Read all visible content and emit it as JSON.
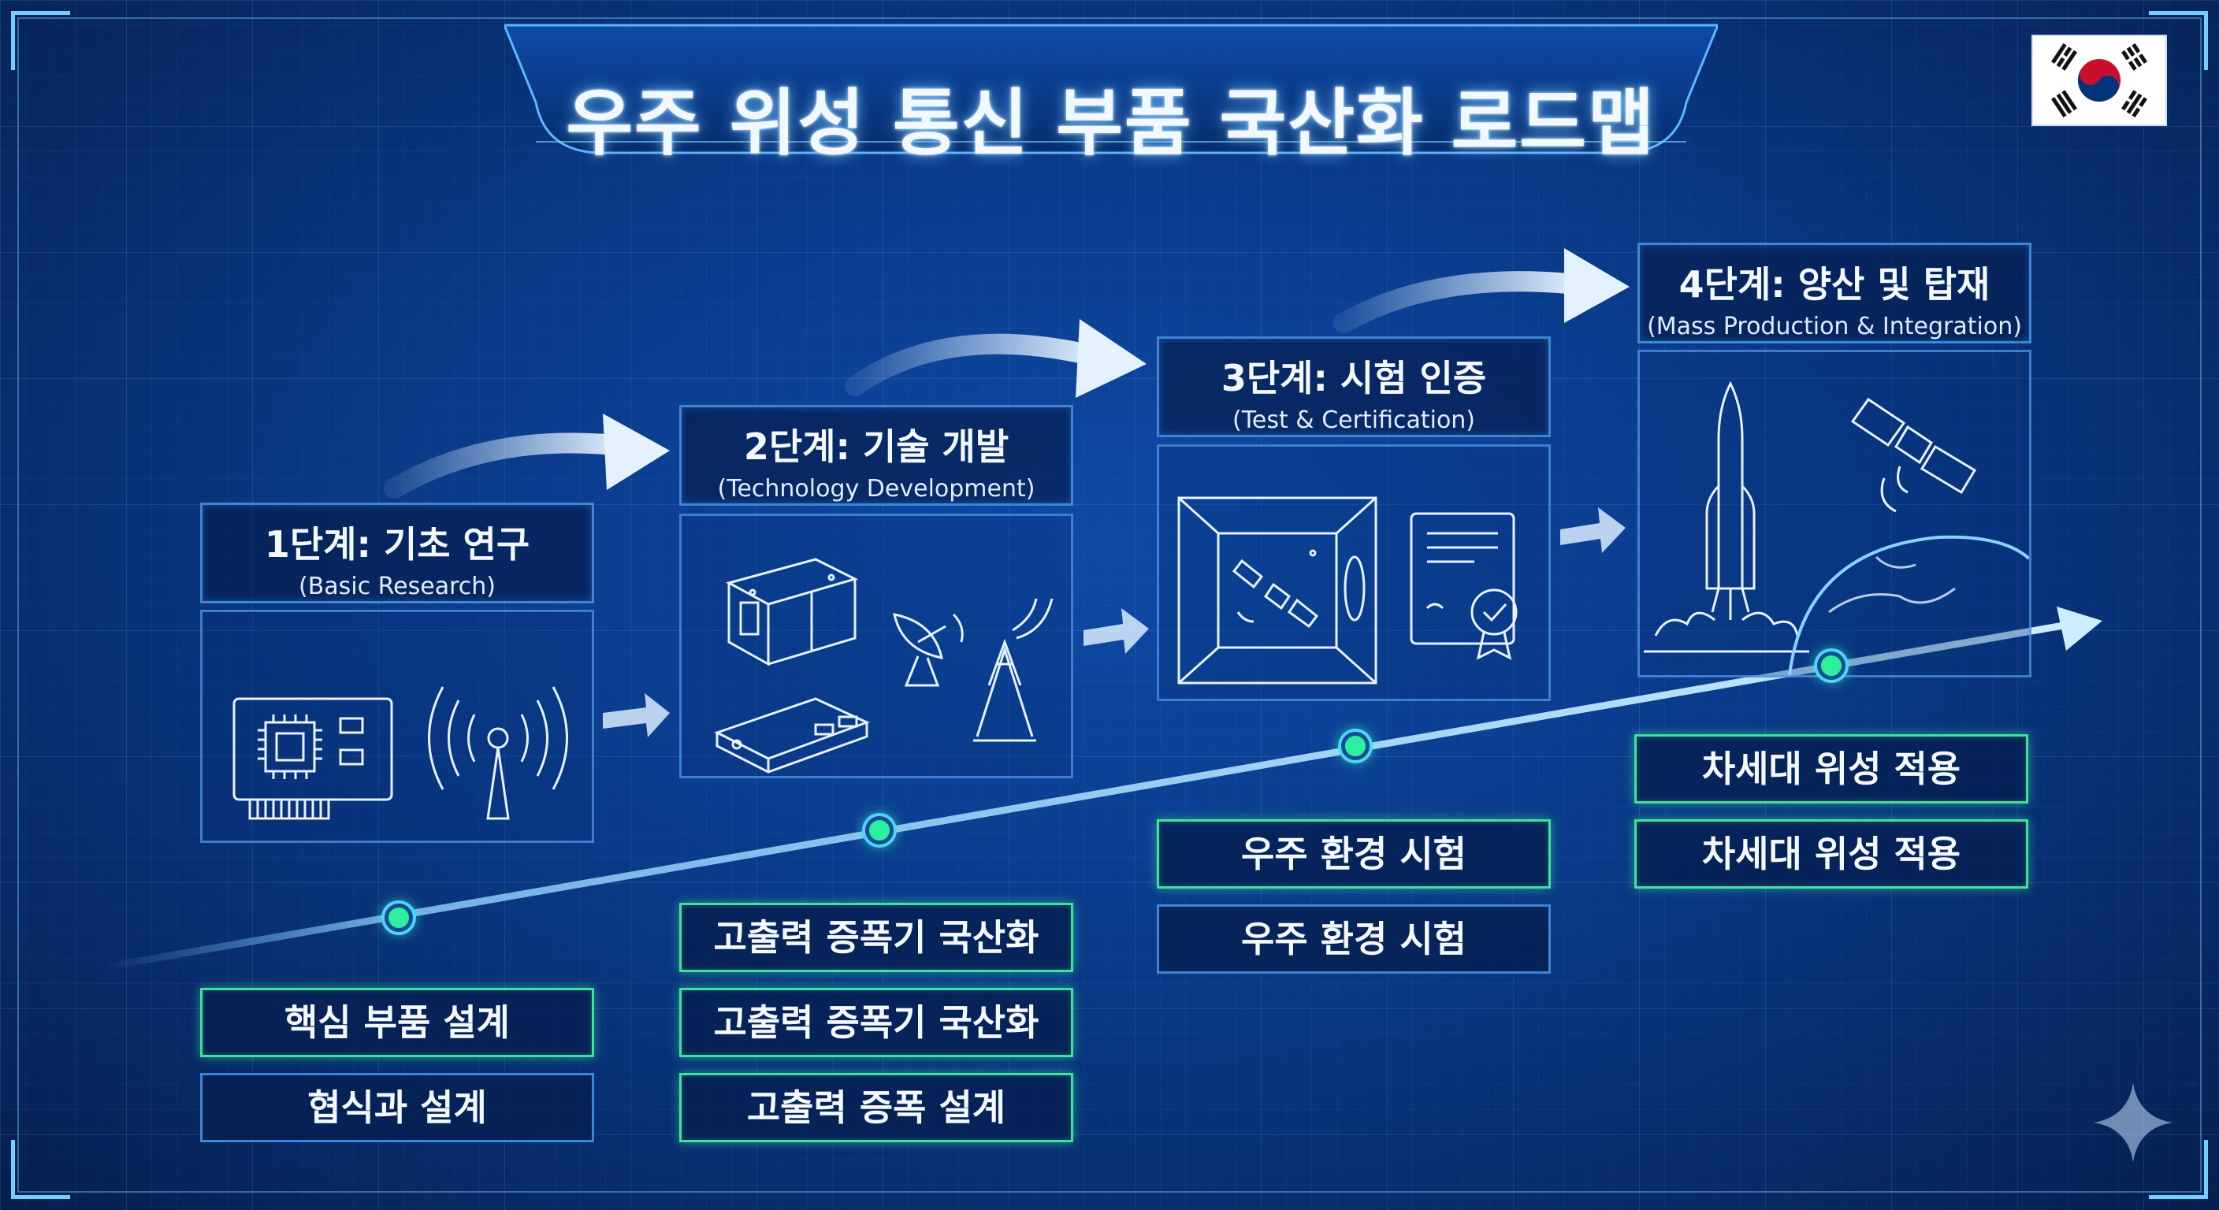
{
  "title": "우주 위성 통신 부품 국산화 로드맵",
  "stages": [
    {
      "heading": "1단계: 기초 연구",
      "sub": "(Basic Research)"
    },
    {
      "heading": "2단계: 기술 개발",
      "sub": "(Technology Development)"
    },
    {
      "heading": "3단계: 시험 인증",
      "sub": "(Test & Certification)"
    },
    {
      "heading": "4단계: 양산 및 탑재",
      "sub": "(Mass Production & Integration)"
    }
  ],
  "labels": {
    "stage1": [
      "핵심 부품 설계",
      "협식과 설계"
    ],
    "stage2": [
      "고출력 증폭기 국산화",
      "고출력 증폭기 국산화",
      "고출력 증폭 설계"
    ],
    "stage3": [
      "우주 환경 시험",
      "우주 환경 시험"
    ],
    "stage4": [
      "차세대 위성 적용",
      "차세대 위성 적용"
    ]
  },
  "colors": {
    "accent": "#3fe29a",
    "border_blue": "#3d86d6",
    "background": "#0a3a88"
  }
}
